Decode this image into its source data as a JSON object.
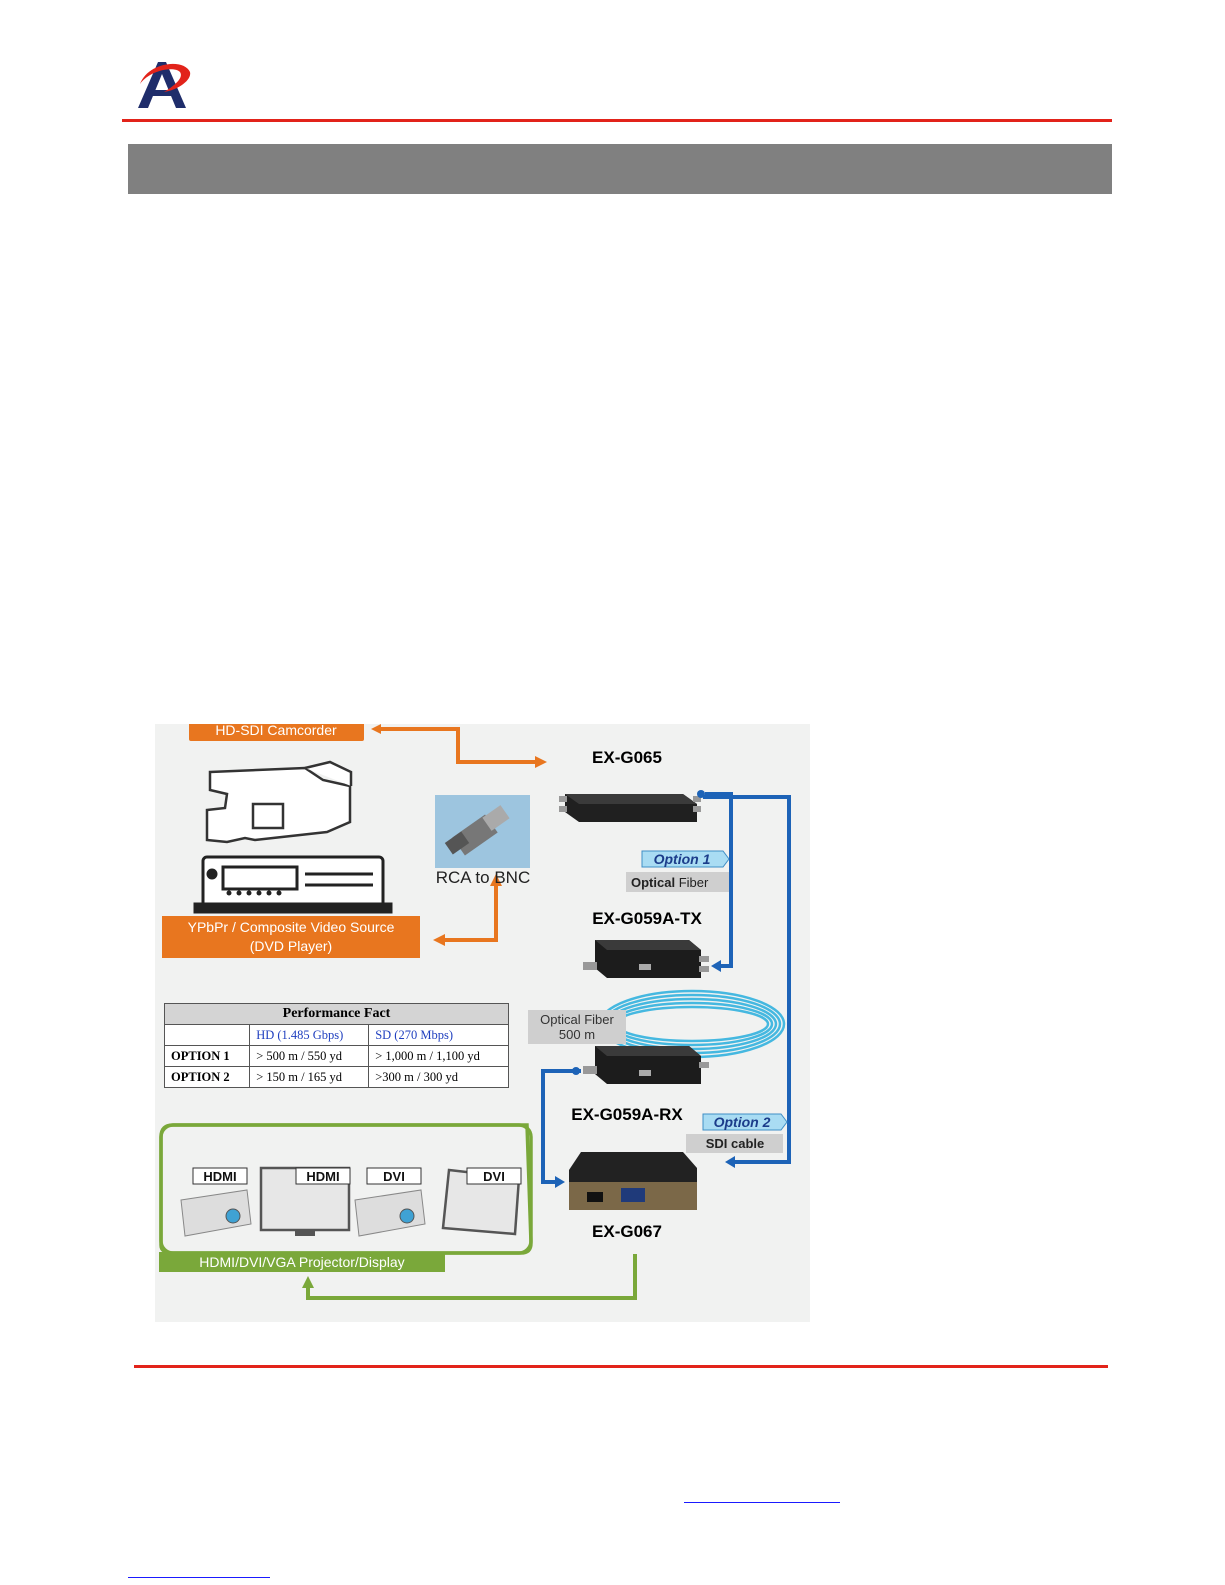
{
  "diagram": {
    "camcorder_label": "HD-SDI Camcorder",
    "source_label_1": "YPbPr / Composite Video Source",
    "source_label_2": "(DVD Player)",
    "adapter_label": "RCA to BNC",
    "device_g065": "EX-G065",
    "device_g059_tx": "EX-G059A-TX",
    "device_g059_rx": "EX-G059A-RX",
    "device_g067": "EX-G067",
    "option1_tag": "Option 1",
    "option1_media_bold": "Optical",
    "option1_media_rest": " Fiber",
    "fiber_spool_line1": "Optical Fiber",
    "fiber_spool_line2": "500 m",
    "option2_tag": "Option 2",
    "option2_media": "SDI cable",
    "display_tags": [
      "HDMI",
      "HDMI",
      "DVI",
      "DVI"
    ],
    "display_group_label": "HDMI/DVI/VGA  Projector/Display"
  },
  "performance_table": {
    "caption": "Performance Fact",
    "col_blank": "",
    "col_hd": "HD (1.485 Gbps)",
    "col_sd": "SD (270 Mbps)",
    "rows": [
      {
        "option": "OPTION 1",
        "hd": "> 500 m / 550 yd",
        "sd": "> 1,000 m / 1,100 yd"
      },
      {
        "option": "OPTION 2",
        "hd": "> 150 m / 165 yd",
        "sd": ">300 m / 300 yd"
      }
    ]
  },
  "colors": {
    "rule_red": "#e2231a",
    "title_bar_gray": "#808080",
    "orange": "#e8761f",
    "blue": "#1d63b7",
    "cyan": "#45b8e0",
    "green": "#7aa83a",
    "logo_navy": "#1f2d6b"
  }
}
